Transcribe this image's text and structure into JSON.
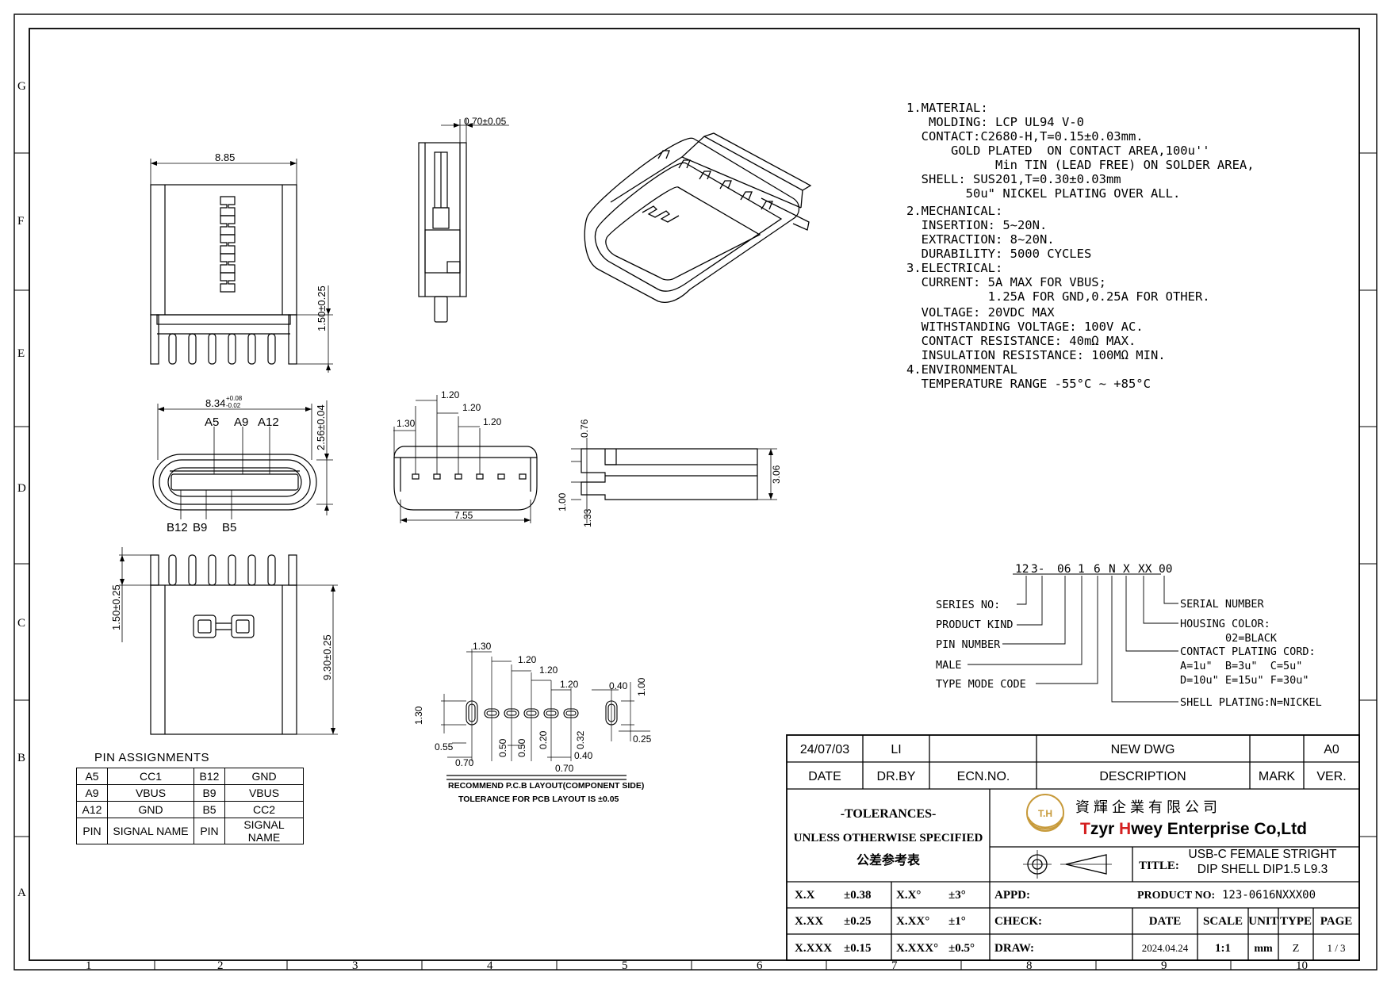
{
  "grid": {
    "rows": [
      "G",
      "F",
      "E",
      "D",
      "C",
      "B",
      "A"
    ],
    "columns": [
      "1",
      "2",
      "3",
      "4",
      "5",
      "6",
      "7",
      "8",
      "9",
      "10"
    ]
  },
  "notes": [
    "1.MATERIAL:",
    "   MOLDING: LCP UL94 V-0",
    "  CONTACT:C2680-H,T=0.15±0.03mm.",
    "      GOLD PLATED  ON CONTACT AREA,100u''",
    "            Min TIN (LEAD FREE) ON SOLDER AREA,",
    "  SHELL: SUS201,T=0.30±0.03mm",
    "        50u\" NICKEL PLATING OVER ALL.",
    "2.MECHANICAL:",
    "  INSERTION: 5~20N.",
    "  EXTRACTION: 8~20N.",
    "  DURABILITY: 5000 CYCLES",
    "3.ELECTRICAL:",
    "  CURRENT: 5A MAX FOR VBUS;",
    "           1.25A FOR GND,0.25A FOR OTHER.",
    "  VOLTAGE: 20VDC MAX",
    "  WITHSTANDING VOLTAGE: 100V AC.",
    "  CONTACT RESISTANCE: 40mΩ MAX.",
    "  INSULATION RESISTANCE: 100MΩ MIN.",
    "4.ENVIRONMENTAL",
    "  TEMPERATURE RANGE -55°C ~ +85°C"
  ],
  "dimensions": {
    "front_width": "8.85",
    "pin_height_front": "1.50±0.25",
    "side_thickness": "0.70±0.05",
    "opening_width": "8.34",
    "opening_tol_upper": "+0.08",
    "opening_tol_lower": "-0.02",
    "opening_height": "2.56±0.04",
    "pin_pitch_1": "1.20",
    "pin_pitch_2": "1.20",
    "pin_pitch_3": "1.20",
    "pin_offset": "1.30",
    "pin_span": "7.55",
    "side_076": "0.76",
    "side_100": "1.00",
    "side_133": "1.33",
    "side_306": "3.06",
    "body_height": "9.30±0.25",
    "pin_height_back": "1.50±0.25"
  },
  "pin_labels_top": [
    "A5",
    "A9",
    "A12"
  ],
  "pin_labels_bottom": [
    "B12",
    "B9",
    "B5"
  ],
  "pcb": {
    "d130": "1.30",
    "d120a": "1.20",
    "d120b": "1.20",
    "d120c": "1.20",
    "d040": "0.40",
    "d100": "1.00",
    "d130v": "1.30",
    "d055": "0.55",
    "d070a": "0.70",
    "d050a": "0.50",
    "d050b": "0.50",
    "d020": "0.20",
    "d032": "0.32",
    "d040b": "0.40",
    "d070b": "0.70",
    "d025": "0.25",
    "title": "RECOMMEND P.C.B LAYOUT(COMPONENT SIDE)",
    "tolerance": "TOLERANCE FOR PCB LAYOUT IS ±0.05"
  },
  "part_code": {
    "segments": [
      "12",
      "3-",
      "06",
      "1",
      "6",
      "N",
      "X",
      "XX",
      "00"
    ],
    "left_labels": [
      "SERIES NO:",
      "PRODUCT KIND",
      "PIN NUMBER",
      "MALE",
      "TYPE MODE CODE"
    ],
    "right_labels": [
      "SERIAL NUMBER",
      "HOUSING COLOR:",
      "02=BLACK",
      "CONTACT PLATING CORD:",
      "A=1u\"  B=3u\"  C=5u\"",
      "D=10u\" E=15u\" F=30u\"",
      "SHELL PLATING:N=NICKEL"
    ]
  },
  "pin_assignments": {
    "title": "PIN ASSIGNMENTS",
    "rows": [
      [
        "A5",
        "CC1",
        "B12",
        "GND"
      ],
      [
        "A9",
        "VBUS",
        "B9",
        "VBUS"
      ],
      [
        "A12",
        "GND",
        "B5",
        "CC2"
      ],
      [
        "PIN",
        "SIGNAL NAME",
        "PIN",
        "SIGNAL NAME"
      ]
    ]
  },
  "title_block": {
    "rev_date": "24/07/03",
    "rev_drby": "LI",
    "rev_desc": "NEW DWG",
    "rev_ver": "A0",
    "h_date": "DATE",
    "h_drby": "DR.BY",
    "h_ecn": "ECN.NO.",
    "h_desc": "DESCRIPTION",
    "h_mark": "MARK",
    "h_ver": "VER.",
    "tol_title": "-TOLERANCES-",
    "tol_sub": "UNLESS OTHERWISE SPECIFIED",
    "tol_cn": "公差参考表",
    "logo_mark": "T.H",
    "company_cn": "資 輝 企 業 有 限 公 司",
    "company_en_t": "T",
    "company_en_1": "zyr ",
    "company_en_h": "H",
    "company_en_2": "wey Enterprise Co,Ltd",
    "title_label": "TITLE:",
    "title_line1": "USB-C FEMALE STRIGHT",
    "title_line2": "DIP SHELL DIP1.5 L9.3",
    "tol_rows": [
      [
        "X.X",
        "±0.38",
        "X.X°",
        "±3°"
      ],
      [
        "X.XX",
        "±0.25",
        "X.XX°",
        "±1°"
      ],
      [
        "X.XXX",
        "±0.15",
        "X.XXX°",
        "±0.5°"
      ]
    ],
    "appd": "APPD:",
    "check": "CHECK:",
    "draw": "DRAW:",
    "product_no_label": "PRODUCT NO:",
    "product_no": "123-0616NXXX00",
    "c_date": "DATE",
    "c_scale": "SCALE",
    "c_unit": "UNIT",
    "c_type": "TYPE",
    "c_page": "PAGE",
    "v_date": "2024.04.24",
    "v_scale": "1:1",
    "v_unit": "mm",
    "v_type": "Z",
    "v_page": "1 / 3"
  }
}
